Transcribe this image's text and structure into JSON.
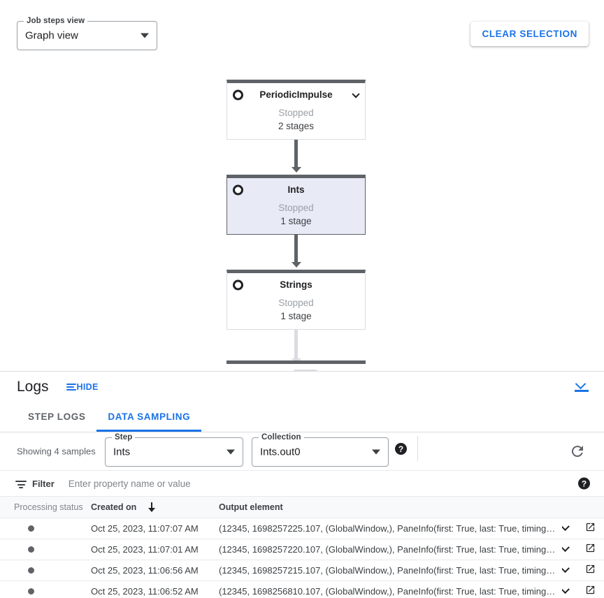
{
  "graph": {
    "view_select": {
      "label": "Job steps view",
      "value": "Graph view"
    },
    "clear_selection_label": "CLEAR SELECTION",
    "nodes": [
      {
        "title": "PeriodicImpulse",
        "status": "Stopped",
        "stages": "2 stages",
        "selected": false,
        "has_chevron": true
      },
      {
        "title": "Ints",
        "status": "Stopped",
        "stages": "1 stage",
        "selected": true,
        "has_chevron": false
      },
      {
        "title": "Strings",
        "status": "Stopped",
        "stages": "1 stage",
        "selected": false,
        "has_chevron": false
      }
    ]
  },
  "logs": {
    "title": "Logs",
    "hide_label": "HIDE",
    "tabs": [
      {
        "label": "STEP LOGS",
        "active": false
      },
      {
        "label": "DATA SAMPLING",
        "active": true
      }
    ],
    "sampling": {
      "showing_text": "Showing 4 samples",
      "step": {
        "label": "Step",
        "value": "Ints"
      },
      "collection": {
        "label": "Collection",
        "value": "Ints.out0"
      },
      "help_glyph": "?",
      "refresh_icon": "refresh-icon"
    },
    "filter": {
      "label": "Filter",
      "placeholder": "Enter property name or value",
      "value": "",
      "help_glyph": "?"
    },
    "table": {
      "columns": [
        "Processing status",
        "Created on",
        "Output element"
      ],
      "sort_column": "Created on",
      "sort_direction": "descending",
      "rows": [
        {
          "status": "dot",
          "created_on": "Oct 25, 2023, 11:07:07 AM",
          "output_element": "(12345, 1698257225.107, (GlobalWindow,), PaneInfo(first: True, last: True, timing…"
        },
        {
          "status": "dot",
          "created_on": "Oct 25, 2023, 11:07:01 AM",
          "output_element": "(12345, 1698257220.107, (GlobalWindow,), PaneInfo(first: True, last: True, timing…"
        },
        {
          "status": "dot",
          "created_on": "Oct 25, 2023, 11:06:56 AM",
          "output_element": "(12345, 1698257215.107, (GlobalWindow,), PaneInfo(first: True, last: True, timing…"
        },
        {
          "status": "dot",
          "created_on": "Oct 25, 2023, 11:06:52 AM",
          "output_element": "(12345, 1698256810.107, (GlobalWindow,), PaneInfo(first: True, last: True, timing…"
        }
      ]
    }
  },
  "colors": {
    "accent_blue": "#1a73e8",
    "node_bar": "#5f6368",
    "node_selected_fill": "#e8eaf6",
    "muted_text": "#5f6368"
  }
}
